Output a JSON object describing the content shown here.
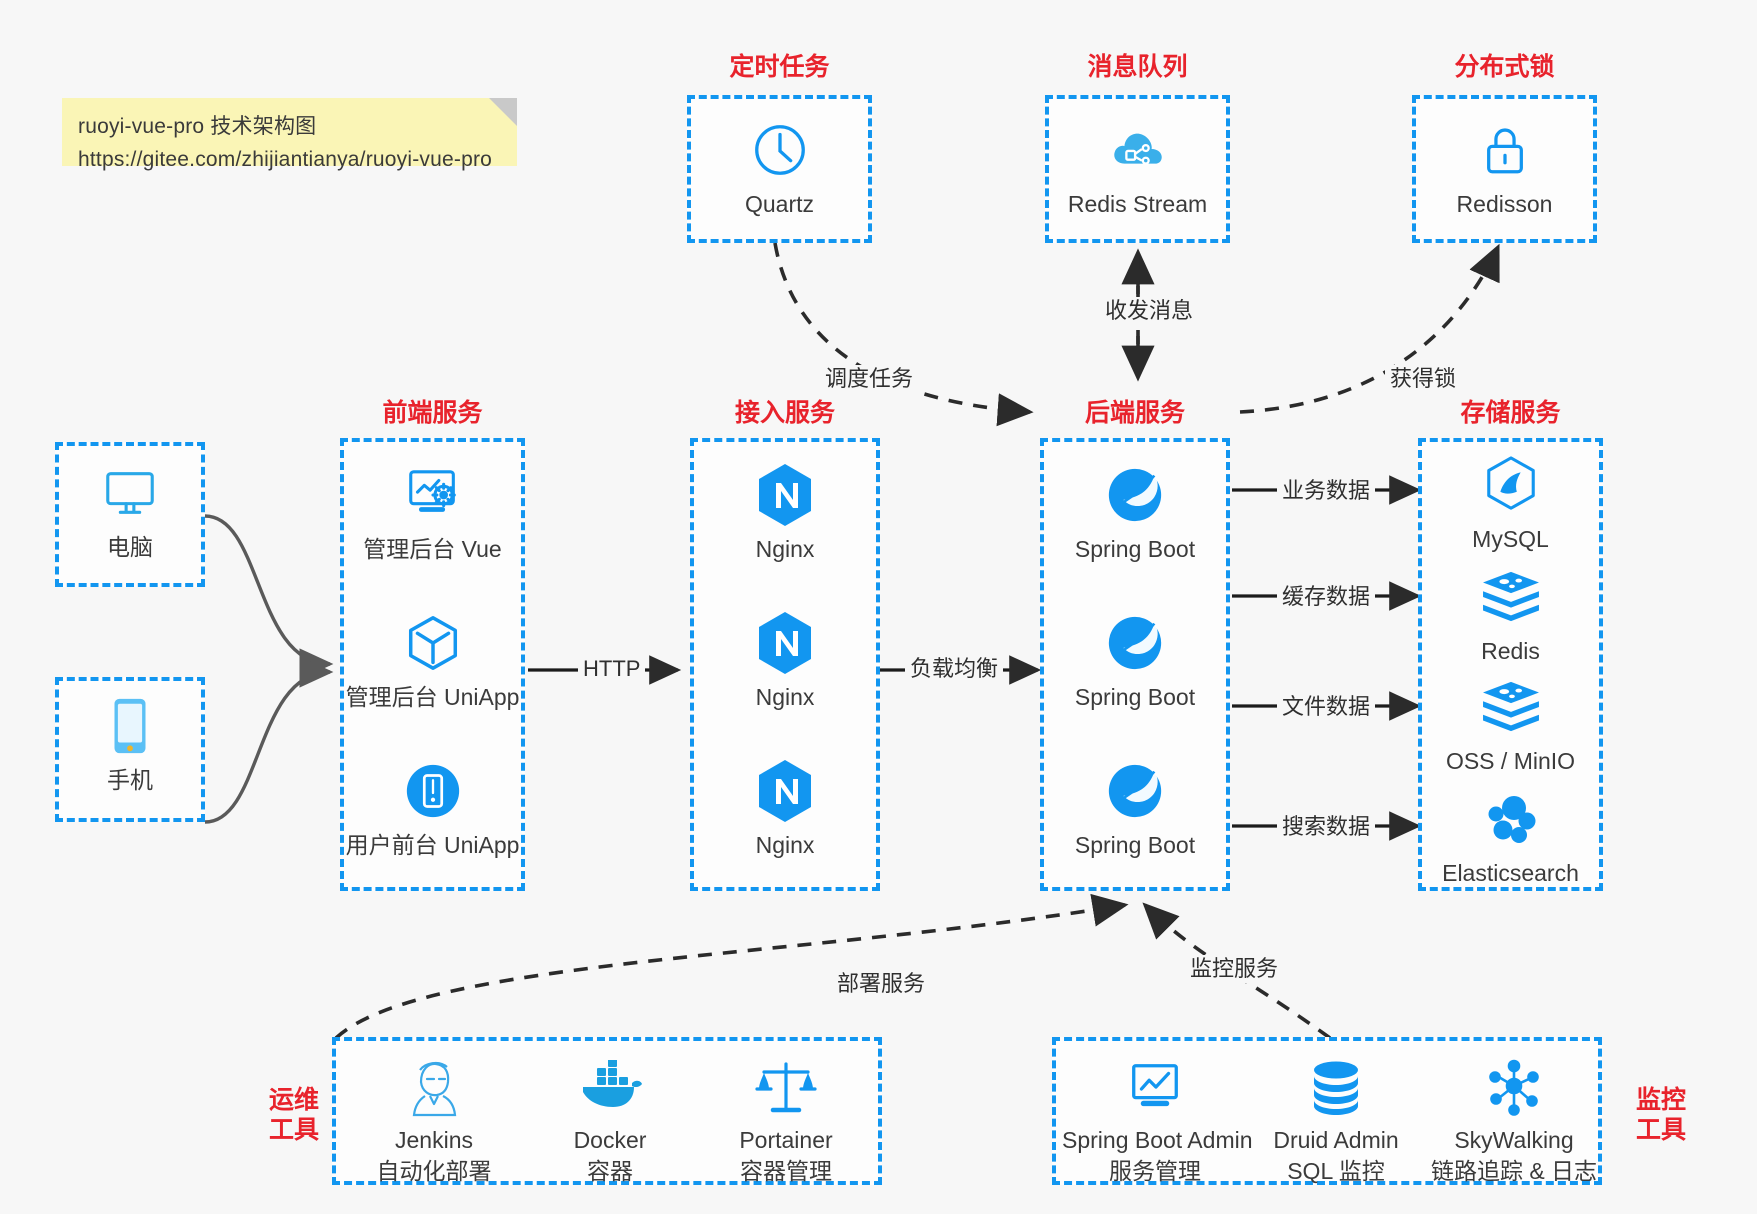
{
  "note": {
    "line1": "ruoyi-vue-pro 技术架构图",
    "line2": "https://gitee.com/zhijiantianya/ruoyi-vue-pro"
  },
  "groups": {
    "scheduler": {
      "title": "定时任务",
      "items": [
        {
          "label": "Quartz",
          "icon": "clock-icon"
        }
      ]
    },
    "mq": {
      "title": "消息队列",
      "items": [
        {
          "label": "Redis Stream",
          "icon": "cloud-network-icon"
        }
      ]
    },
    "lock": {
      "title": "分布式锁",
      "items": [
        {
          "label": "Redisson",
          "icon": "lock-icon"
        }
      ]
    },
    "clients": {
      "pc": {
        "label": "电脑",
        "icon": "monitor-icon"
      },
      "mobile": {
        "label": "手机",
        "icon": "phone-icon"
      }
    },
    "frontend": {
      "title": "前端服务",
      "items": [
        {
          "label": "管理后台 Vue",
          "icon": "dashboard-gear-icon"
        },
        {
          "label": "管理后台 UniApp",
          "icon": "cube-icon"
        },
        {
          "label": "用户前台 UniApp",
          "icon": "mobile-app-icon"
        }
      ]
    },
    "gateway": {
      "title": "接入服务",
      "items": [
        {
          "label": "Nginx",
          "icon": "nginx-icon"
        },
        {
          "label": "Nginx",
          "icon": "nginx-icon"
        },
        {
          "label": "Nginx",
          "icon": "nginx-icon"
        }
      ]
    },
    "backend": {
      "title": "后端服务",
      "items": [
        {
          "label": "Spring Boot",
          "icon": "spring-boot-icon"
        },
        {
          "label": "Spring Boot",
          "icon": "spring-boot-icon"
        },
        {
          "label": "Spring Boot",
          "icon": "spring-boot-icon"
        }
      ]
    },
    "storage": {
      "title": "存储服务",
      "items": [
        {
          "label": "MySQL",
          "icon": "mysql-icon"
        },
        {
          "label": "Redis",
          "icon": "redis-icon"
        },
        {
          "label": "OSS / MinIO",
          "icon": "object-storage-icon"
        },
        {
          "label": "Elasticsearch",
          "icon": "elasticsearch-icon"
        }
      ]
    },
    "devops": {
      "title_line1": "运维",
      "title_line2": "工具",
      "items": [
        {
          "label": "Jenkins",
          "sub": "自动化部署",
          "icon": "jenkins-icon"
        },
        {
          "label": "Docker",
          "sub": "容器",
          "icon": "docker-icon"
        },
        {
          "label": "Portainer",
          "sub": "容器管理",
          "icon": "scales-icon"
        }
      ]
    },
    "monitor": {
      "title_line1": "监控",
      "title_line2": "工具",
      "items": [
        {
          "label": "Spring Boot Admin",
          "sub": "服务管理",
          "icon": "monitor-chart-icon"
        },
        {
          "label": "Druid Admin",
          "sub": "SQL 监控",
          "icon": "database-icon"
        },
        {
          "label": "SkyWalking",
          "sub": "链路追踪 & 日志",
          "icon": "skywalking-icon"
        }
      ]
    }
  },
  "edges": {
    "http": "HTTP",
    "load_balance": "负载均衡",
    "schedule_task": "调度任务",
    "send_receive_message": "收发消息",
    "acquire_lock": "获得锁",
    "business_data": "业务数据",
    "cache_data": "缓存数据",
    "file_data": "文件数据",
    "search_data": "搜索数据",
    "deploy_service": "部署服务",
    "monitor_service": "监控服务"
  },
  "colors": {
    "accent_blue": "#1296f0",
    "title_red": "#e8232c",
    "background": "#f7f7f7",
    "note_yellow": "#faf5b6"
  }
}
